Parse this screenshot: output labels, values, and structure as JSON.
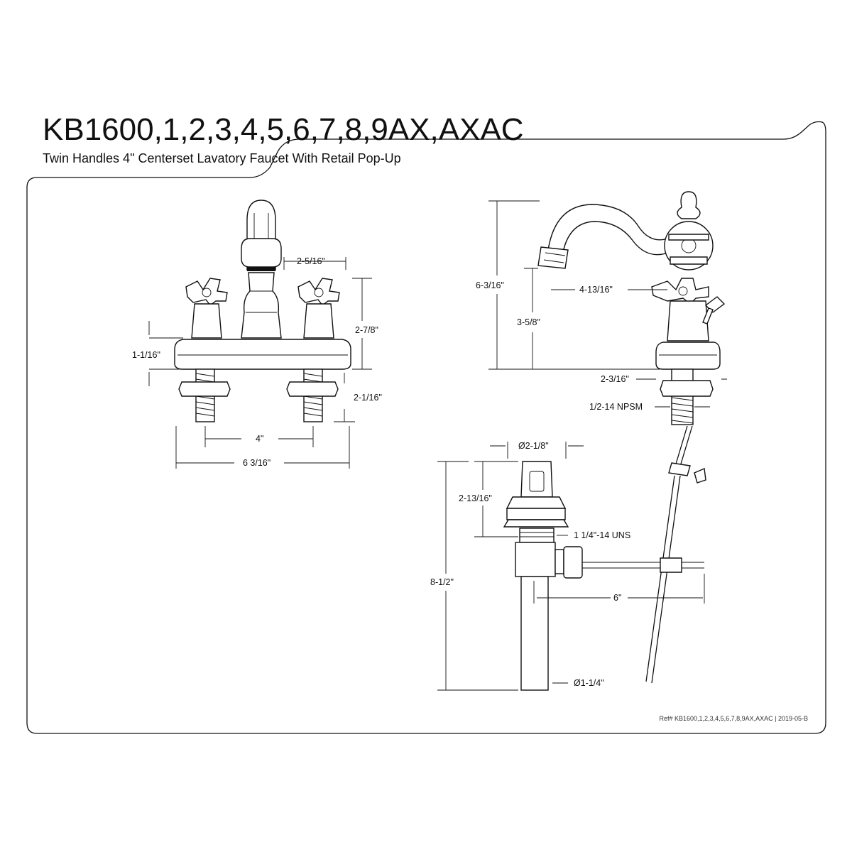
{
  "header": {
    "title": "KB1600,1,2,3,4,5,6,7,8,9AX,AXAC",
    "subtitle": "Twin Handles 4\" Centerset Lavatory Faucet With Retail Pop-Up"
  },
  "dimensions": {
    "spout_to_handle": "2-5/16\"",
    "handle_height": "2-7/8\"",
    "base_height": "1-1/16\"",
    "shank_length": "2-1/16\"",
    "center_spacing": "4\"",
    "overall_width": "6 3/16\"",
    "overall_height": "6-3/16\"",
    "spout_reach": "4-13/16\"",
    "spout_height": "3-5/8\"",
    "base_depth": "2-3/16\"",
    "shank_thread": "1/2-14 NPSM",
    "drain_flange_dia": "Ø2-1/8\"",
    "drain_upper_length": "2-13/16\"",
    "drain_thread": "1 1/4\"-14 UNS",
    "drain_total_length": "8-1/2\"",
    "lift_rod_length": "6\"",
    "tailpiece_dia": "Ø1-1/4\""
  },
  "footer": {
    "reference": "Ref# KB1600,1,2,3,4,5,6,7,8,9AX,AXAC | 2019-05-B"
  }
}
